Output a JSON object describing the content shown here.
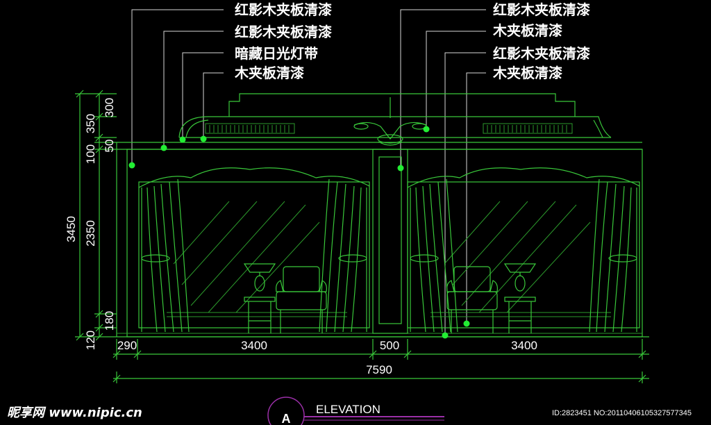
{
  "labels_left": [
    "红影木夹板清漆",
    "红影木夹板清漆",
    "暗藏日光灯带",
    "木夹板清漆"
  ],
  "labels_right": [
    "红影木夹板清漆",
    "木夹板清漆",
    "红影木夹板清漆",
    "木夹板清漆"
  ],
  "dims_vertical_outer": [
    "3450"
  ],
  "dims_vertical_inner": [
    "300",
    "350",
    "100",
    "50",
    "2350",
    "180",
    "120"
  ],
  "dims_horizontal": [
    "290",
    "3400",
    "500",
    "3400"
  ],
  "dim_total": "7590",
  "title": "ELEVATION",
  "section_mark": "A",
  "watermark": "昵享网 www.nipic.cn",
  "image_id": "ID:2823451 NO:20110406105327577345",
  "colors": {
    "line": "#39c83a",
    "text": "#ffffff",
    "background": "#000000",
    "marker": "#22ee33",
    "accent": "#9b2fa8"
  }
}
